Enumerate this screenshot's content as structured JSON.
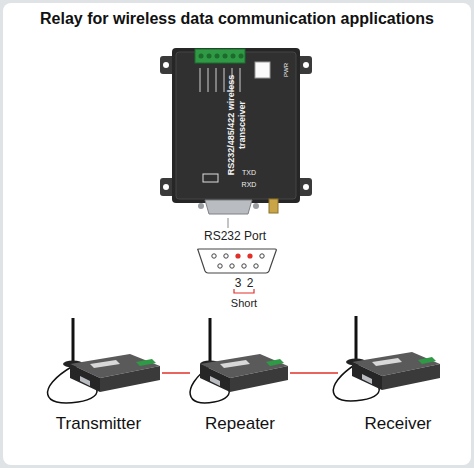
{
  "diagram": {
    "title": "Relay for wireless data communication applications",
    "nodes": [
      {
        "text": [
          "RS232/485/422 wireless transceiver"
        ]
      },
      {
        "text": [
          "RS232 Port"
        ]
      },
      {
        "text": [
          "Transmitter"
        ]
      },
      {
        "text": [
          "Repeater"
        ]
      },
      {
        "text": [
          "Receiver"
        ]
      }
    ],
    "edges": [
      {
        "from": 0,
        "to": 1,
        "arrow": "none"
      },
      {
        "from": 2,
        "to": 3,
        "arrow": "none"
      },
      {
        "from": 3,
        "to": 4,
        "arrow": "none"
      }
    ],
    "labels": [
      "TXD",
      "RXD",
      "PWR",
      "3",
      "2",
      "Short"
    ]
  }
}
